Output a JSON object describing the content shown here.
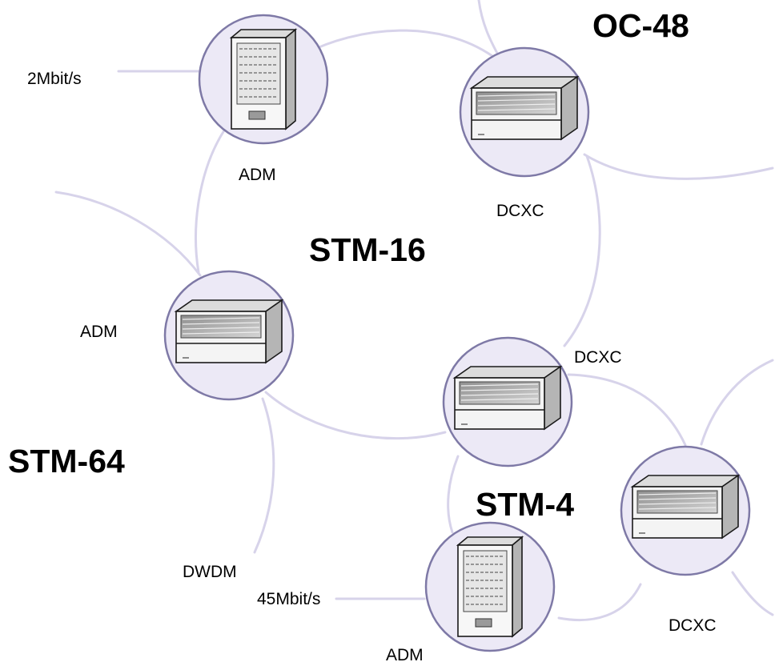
{
  "networks": {
    "oc48": "OC-48",
    "stm16": "STM-16",
    "stm64": "STM-64",
    "stm4": "STM-4"
  },
  "nodes": {
    "adm_top": {
      "label": "ADM",
      "device": "rack-server"
    },
    "dcxc_top": {
      "label": "DCXC",
      "device": "chassis-box"
    },
    "adm_left": {
      "label": "ADM",
      "device": "chassis-box"
    },
    "dcxc_mid": {
      "label": "DCXC",
      "device": "chassis-box"
    },
    "dcxc_right": {
      "label": "DCXC",
      "device": "chassis-box"
    },
    "adm_bottom": {
      "label": "ADM",
      "device": "rack-server"
    }
  },
  "tributaries": {
    "top_left": "2Mbit/s",
    "bottom": "45Mbit/s"
  },
  "links": {
    "dwdm": "DWDM"
  },
  "colors": {
    "ring_line": "#d7d3ea",
    "node_fill": "#ece9f6",
    "node_stroke": "#7e79a6",
    "device_fill": "#f2f2f2"
  }
}
